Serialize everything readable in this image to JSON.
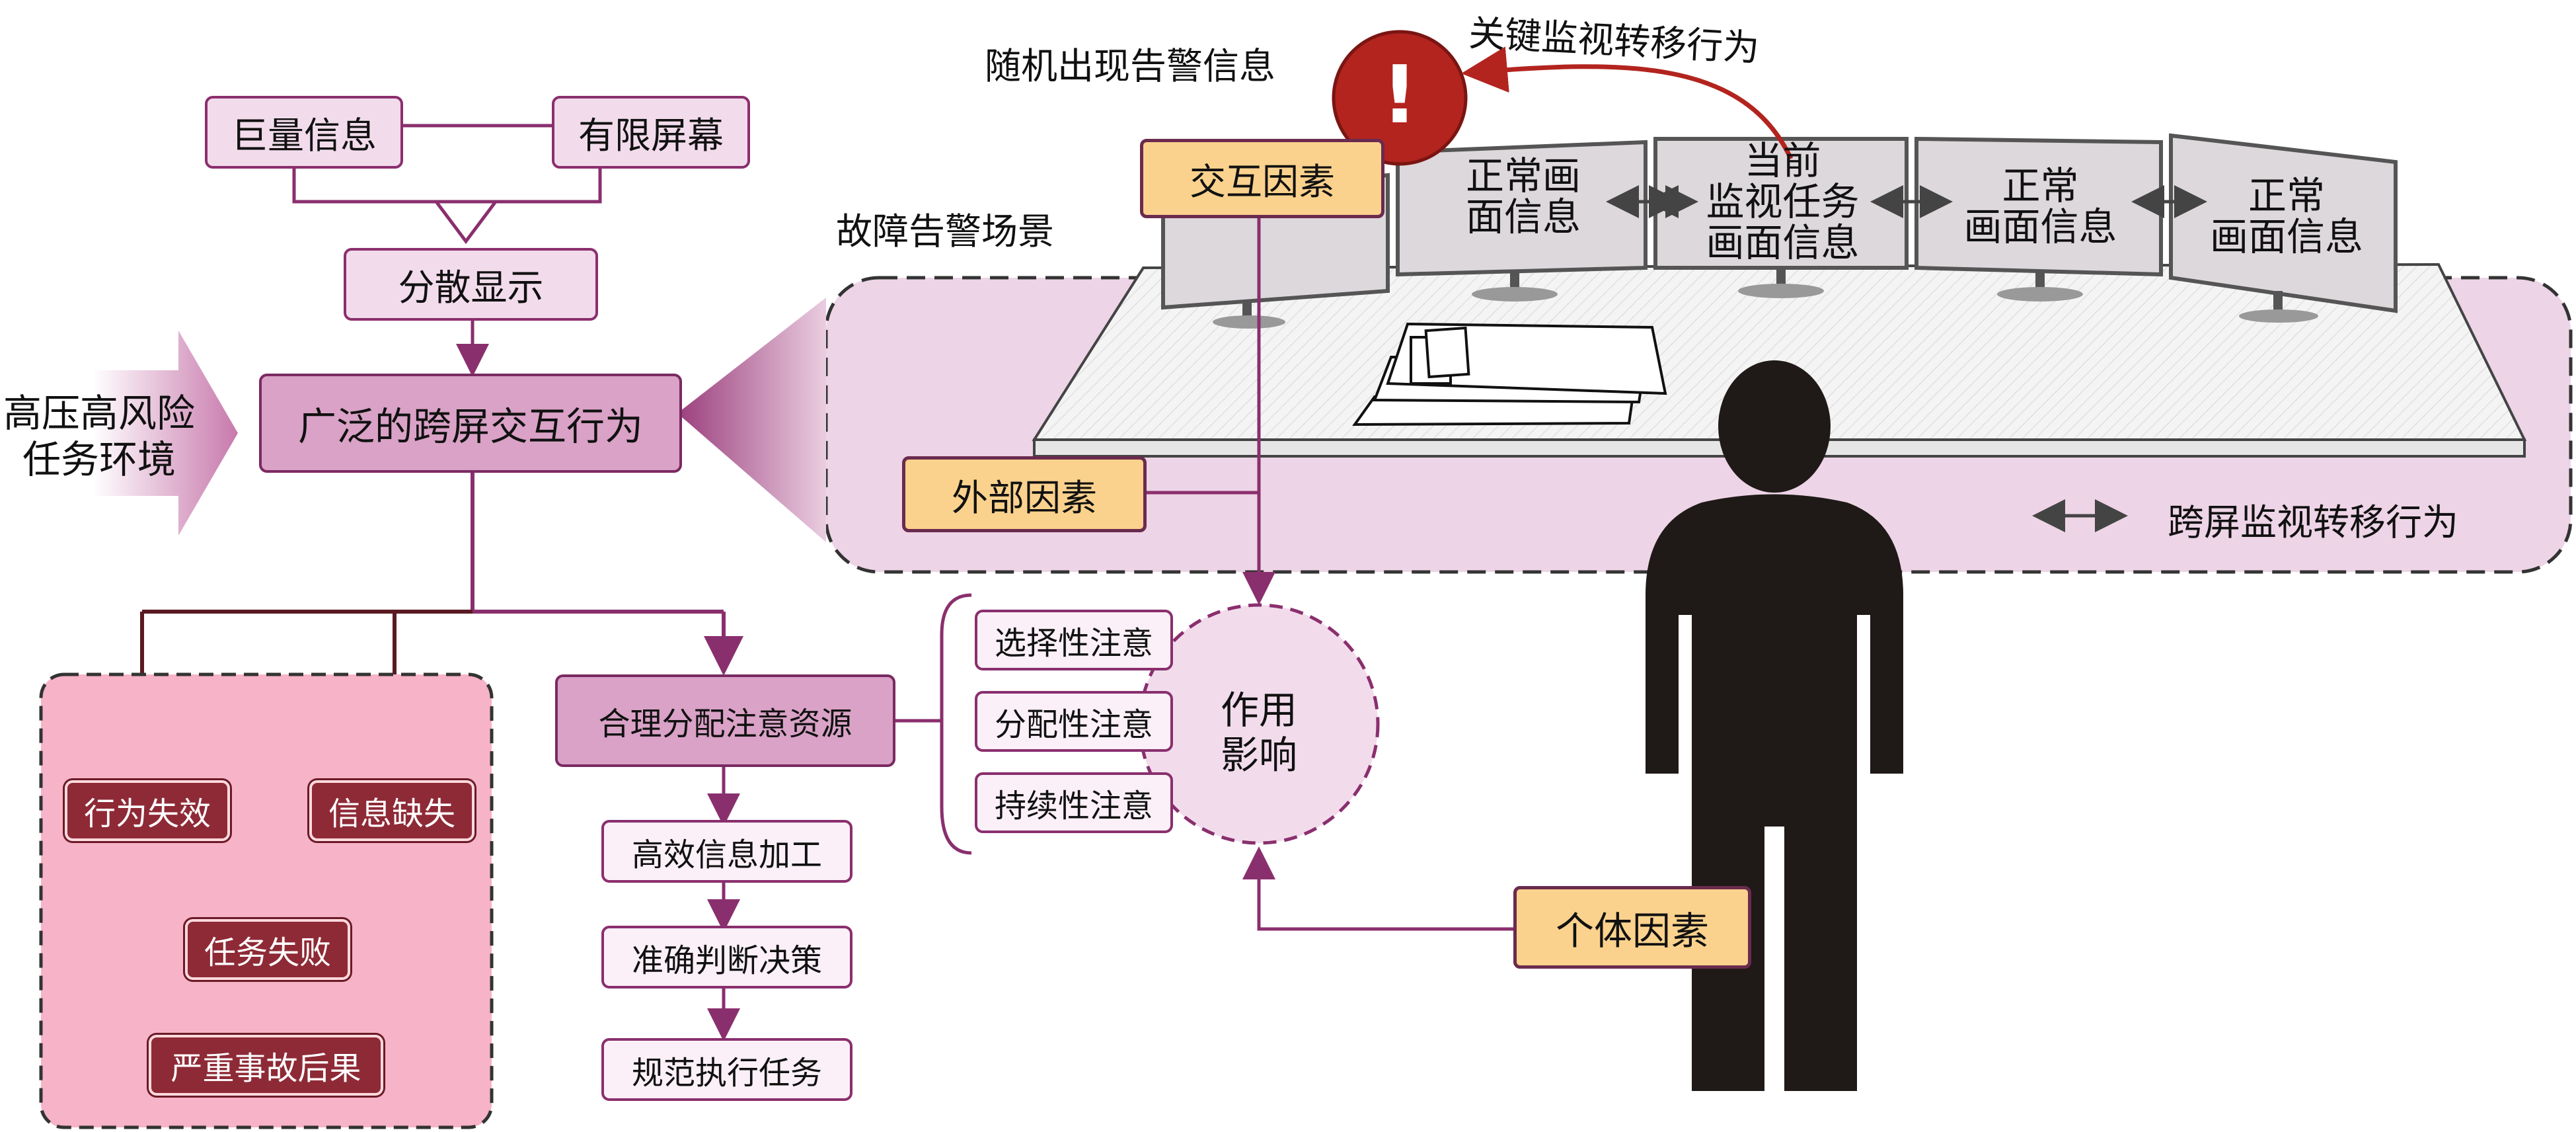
{
  "left_flow": {
    "huge_info": "巨量信息",
    "limited_screen": "有限屏幕",
    "dispersed_display": "分散显示",
    "cross_screen_behavior": "广泛的跨屏交互行为",
    "high_pressure_line1": "高压高风险",
    "high_pressure_line2": "任务环境"
  },
  "failure_panel": {
    "behavior_failure": "行为失效",
    "info_missing": "信息缺失",
    "task_failure": "任务失败",
    "severe_consequence": "严重事故后果"
  },
  "attention_chain": {
    "allocate_attention": "合理分配注意资源",
    "efficient_processing": "高效信息加工",
    "accurate_decision": "准确判断决策",
    "standard_execution": "规范执行任务"
  },
  "attention_types": {
    "selective": "选择性注意",
    "divided": "分配性注意",
    "sustained": "持续性注意"
  },
  "effect_circle": {
    "line1": "作用",
    "line2": "影响"
  },
  "scene": {
    "random_alarm": "随机出现告警信息",
    "key_transfer": "关键监视转移行为",
    "fault_scene": "故障告警场景",
    "alarm_symbol": "!",
    "interaction_factor": "交互因素",
    "external_factor": "外部因素",
    "individual_factor": "个体因素",
    "legend_text": "跨屏监视转移行为",
    "monitor_2_line1": "正常画",
    "monitor_2_line2": "面信息",
    "monitor_3_line1": "当前",
    "monitor_3_line2": "监视任务",
    "monitor_3_line3": "画面信息",
    "monitor_4_line1": "正常",
    "monitor_4_line2": "画面信息",
    "monitor_5_line1": "正常",
    "monitor_5_line2": "画面信息"
  },
  "colors": {
    "accent_purple": "#8a2f6e",
    "failure_red": "#8e2a36",
    "failure_panel_bg": "#f7b3c8",
    "factor_orange": "#fbd28d",
    "alarm_red": "#b3241f",
    "scene_bg": "#edd4e6"
  }
}
